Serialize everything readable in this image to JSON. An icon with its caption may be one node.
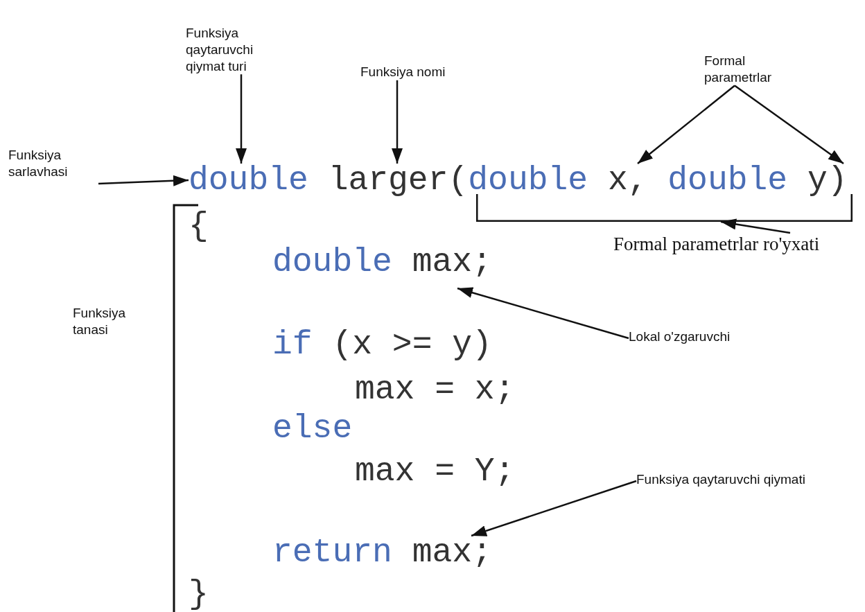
{
  "diagram": {
    "nodes": [
      {
        "text": [
          "Funksiya qaytaruvchi qiymat turi"
        ]
      },
      {
        "text": [
          "Funksiya nomi"
        ]
      },
      {
        "text": [
          "Formal parametrlar"
        ]
      },
      {
        "text": [
          "Funksiya sarlavhasi"
        ]
      },
      {
        "text": [
          "double larger(double x, double y)"
        ]
      },
      {
        "text": [
          "Formal parametrlar ro'yxati"
        ]
      },
      {
        "text": [
          "double max;"
        ]
      },
      {
        "text": [
          "Lokal o'zgaruvchi"
        ]
      },
      {
        "text": [
          "Funksiya qaytaruvchi qiymati"
        ]
      },
      {
        "text": [
          "return max;"
        ]
      },
      {
        "text": [],
        "shape": "bracket"
      }
    ],
    "edges": [
      {
        "from": 0,
        "to": 4,
        "arrow": "to"
      },
      {
        "from": 1,
        "to": 4,
        "arrow": "to"
      },
      {
        "from": 2,
        "to": 4,
        "arrow": "to"
      },
      {
        "from": 2,
        "to": 4,
        "arrow": "to"
      },
      {
        "from": 3,
        "to": 4,
        "arrow": "to"
      },
      {
        "from": 5,
        "to": 10,
        "arrow": "to"
      },
      {
        "from": 7,
        "to": 6,
        "arrow": "to"
      },
      {
        "from": 8,
        "to": 9,
        "arrow": "to"
      }
    ],
    "labels": [
      "Funksiya tanasi",
      "{",
      "if (x >= y)",
      "max = x;",
      "else",
      "max = Y;",
      "}"
    ]
  }
}
